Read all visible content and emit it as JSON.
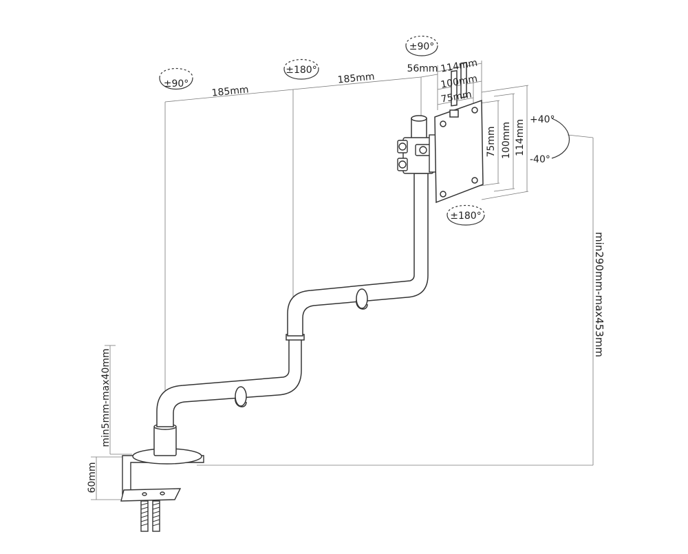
{
  "dimensions": {
    "arm_segment_1": "185mm",
    "arm_segment_2": "185mm",
    "head_offset": "56mm",
    "vesa_h_114": "114mm",
    "vesa_h_100": "100mm",
    "vesa_h_75": "75mm",
    "vesa_v_75": "75mm",
    "vesa_v_100": "100mm",
    "vesa_v_114": "114mm",
    "height_range": "min290mm-max453mm",
    "desk_thickness": "min5mm-max40mm",
    "clamp_depth": "60mm"
  },
  "rotations": {
    "base_swivel": "±90°",
    "middle_swivel": "±180°",
    "head_swivel": "±90°",
    "vesa_rotation": "±180°",
    "tilt_up": "+40°",
    "tilt_down": "-40°"
  },
  "colors": {
    "line": "#333333",
    "fill": "#ffffff",
    "dim_line": "#666666"
  }
}
